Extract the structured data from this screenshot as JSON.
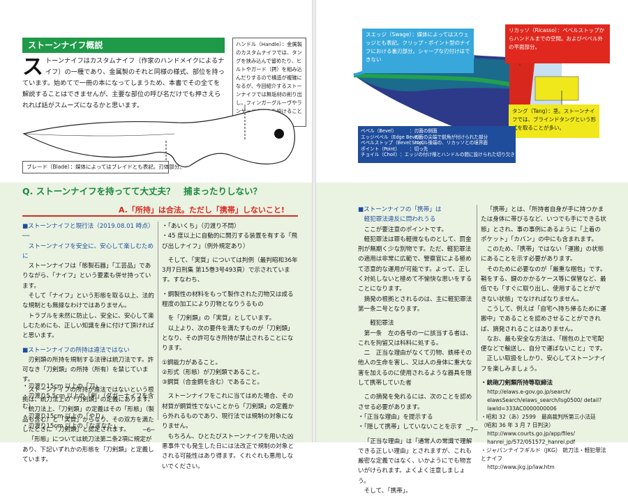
{
  "left": {
    "section_title": "ストーンナイフ概説",
    "dropcap": "ス",
    "lead": "トーンナイフはカスタムナイフ（作家のハンドメイクによるナイフ）の一種であり、金属製のそれと同様の様式、部位を持っています。始めてで一冊の本になってしまうため、本書でその全てを解説することはできませんが、主要な部位の呼び名だけでも押さえられれば話がスムーズになるかと思います。",
    "handle_note": "ハンドル（Handle）：金属製のカスタムナイフでは、タングを挟み込んで留めたり、ヒルトやガード（鍔）を組み込んだりするので構造が複雑になるが、今回紹介するストーンナイフでは無垢材の削り出し。フィンガーグルーヴやランヤードホールを設けることも。",
    "blade_note": "ブレード（Blade）：媒体によってはブレイドとも表記。刃体部分。"
  },
  "right": {
    "swage_note": "スエッジ（Swage）：媒体によってはスウェッジとも表記。クリップ・ポイント型のナイフにおける裏刃部分。シャープな刃付けはできない",
    "ricasso_note": "リカッソ（Ricasso）：ベベルストップからハンドルまでの空間。およびベベル外の平面部分。",
    "tang_note": "タング（Tang）：茎。ストーンナイフでは、ブラインドタングという形式を取ることが多い。",
    "terms": [
      {
        "k": "ベベル（Bevel）",
        "v": "：刃面の側面"
      },
      {
        "k": "エッジベベル（Edge Bevel）",
        "v": "：刃面の尖端で鋭角が付けられた部分"
      },
      {
        "k": "ベベルストップ（Bevel Stop）",
        "v": "：ベベル後端の、リカッソとの境界面"
      },
      {
        "k": "ポイント（Point）",
        "v": "：切っ先"
      },
      {
        "k": "チョイル（Choil）",
        "v": "：エッジの付け根とハンドルの間に設けられた切り欠き"
      }
    ]
  },
  "q_title": "Q. ストーンナイフを持ってて大丈夫？　捕まったりしない？",
  "a_title": "A.「所持」は合法。ただし「携帯」しないこと!",
  "col1": {
    "h1": "■ストーンナイフと現行法（2019.08.01 時点）──",
    "h1b": "ストーンナイフを安全に、安心して楽しむために",
    "p1": "ストーンナイフは「態製石器」「工芸品」でありながら、「ナイフ」という要素も併せ持っています。",
    "p2": "そして「ナイフ」という形態を取る以上、法的な規制とも無縁なわけではありません。",
    "p3": "トラブルを未然に防止し、安全に、安心して楽しむためにも、正しい知識を身に付けて頂ければと思います。",
    "h2": "■ストーンナイフの所持は違法ではない",
    "p4": "刃剣類の所持を規制する法律は銃刀法です。許可なき「刀剣類」の所持（所有）を禁じています。",
    "p5": "ストーンナイフの所持が違法ではないという根拠は、銃刀法上の「刀剣類」の定義にあります。",
    "p6": "銃刀法上、「刀剣類」の定義はその「形態」（製品も含む）と「実質」からなり、その双方を満たしたときに「刀剣類」と認定されます。",
    "p7": "「形態」については銃刀法第二条2項に規定があり、下記いずれかの形態を「刀剣類」と定義しています。",
    "list": [
      "・刃渡り15cm 以上の「刀」",
      "・刃渡り5.5cm 以上の「剣」（ダガーナイフを含む）",
      "・刃渡り15cm 以上の「やり」",
      "・刃渡り15cm 以上の「なぎなた」"
    ]
  },
  "col2": {
    "l1": "・「あいくち」（刃渡り不問）",
    "l2": "・45 度以上に自動的に開刃する装置を有する「飛び出しナイフ」（例外規定あり）",
    "p1": "そして、「実質」については判例（最判昭和36年3月7日刑集 第15巻3号493頁）で示されています。すなわち、",
    "p2": "・鋼製性の材料をもって製作された刃物又は成る程度の加工により刃物となりうるもの",
    "p3": "を「刀剣類」の「実質」としています。",
    "p4": "以上より、次の要件を満たすものが「刀剣類」となり、その許可なき所持が禁止されることになります。",
    "r1": "①鋼能力があること。",
    "r2": "②形式（形態）が刀剣類であること。",
    "r3": "③鋼質（合金鋼を含む）であること。",
    "p5": "ストーンナイフをこれに当てはめた場合、その材質が鋼質性でないことから「刀剣類」の定義から外れるものであり、現行法では規制の対象になりません。",
    "p6": "もちろん、ひとたびストーンナイフを用いた凶悪事件でも発生した日には法改正で規制の対象とされる可能性はあり得ます。くれぐれも悪用しないでください。"
  },
  "col3": {
    "h1": "■ストーンナイフの「携帯」は",
    "h1b": "軽犯罪法違反に問われうる",
    "p1": "ここが要注意のポイントです。",
    "p2": "軽犯罪法は罪も軽微なものとして、罰金刑が無期く少な別物です。ただ、軽犯罪法の適用は非常に広範で、警察官による極めて恣意的な運用が可能です。よって、正しく対処しないと極めて不愉快な思いをすることになります。",
    "p3": "摘発の根拠とされるのは、主に軽犯罪法第一条二号となります。",
    "h2": "軽犯罪法",
    "p4": "第一条　左の各号の一に該当する者は、これを拘留又は科料に処する。",
    "p5": "二　正当な理由がなくて刃物、鉄棒その他人の生命を害し、又は人の身体に重大な害を加えるのに使用されるような器具を隠して携帯していた者",
    "p6": "この摘発を免れるには、次のことを認めさせる必要があります。",
    "b1": "・「正当な理由」を提示する",
    "b2": "・「隠して携帯」していないことを示す",
    "p7": "「正当な理由」は「通常人の常識で理解できる正しい理由」とされますが、これも厳密な定義ではなく、いかようにでも物言いがけられます。よくよく注意しましょう。",
    "p8": "そして、「携帯」。"
  },
  "col4": {
    "p1": "「携帯」とは、「所持者自身が手に持つかまたは身体に帯びるなど、いつでも手にできる状態」とされ、事の事例にあるように「上着のポケット」「カバン」の中にも含まれます。",
    "p2": "このため、「携帯」ではない「運搬」の状態にあることを示す必要があります。",
    "p3": "そのために必要なのが「厳重な梱包」です。鞘をする、鍵のかかるケース等に保管など、最低でも「すぐに取り出し、使用することができない状態」でなければなりません。",
    "p4": "こうして、例えば「自宅へ持ち帰るために運搬中」であることを認めさせることができれば、摘発されることはありません。",
    "p5": "なお、最も安全な方法は、「梱包の上で宅配便などで輸送し、自分で運ばないこと」です。",
    "p6": "正しい取扱をしかり、安心してストーンナイフを楽しみましょう。",
    "ref_title": "・銃砲刀剣類所持等取締法",
    "ref1": "http://elaws.e-gov.go.jp/search/ elawsSearch/elaws_search/lsg0500/ detail?lawId=333AC0000000006",
    "ref2": "・昭和 32（あ）2599　最高裁判所第三小法廷 （昭和 36 年 3 月 7 日判決）",
    "ref2url": "http://www.courts.go.jp/app/files/ hanrei_jp/572/051572_hanrei.pdf",
    "ref3": "・ジャパンナイフギルド（JKG） 銃刀法・軽犯罪法とナイフ",
    "ref3url": "http://www.jkg.jp/law.htm"
  },
  "page_left": "─6─",
  "page_right": "─7─",
  "colors": {
    "green": "#1e9a48",
    "red": "#d8281e",
    "blue": "#1f4d9c",
    "cyan": "#38a8dc",
    "yellow": "#f0e81a",
    "band": "#eaf2e2"
  }
}
